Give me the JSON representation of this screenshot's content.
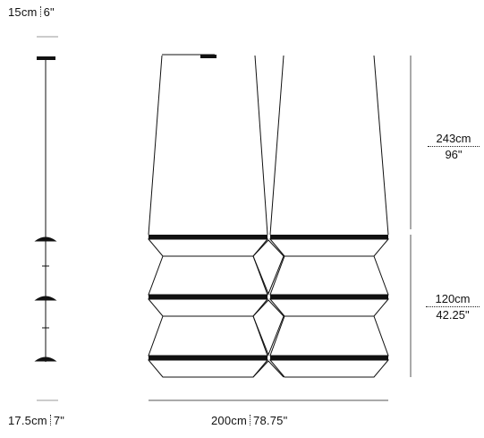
{
  "labels": {
    "top_left_cm": "15cm",
    "top_left_in": "6\"",
    "bottom_left_cm": "17.5cm",
    "bottom_left_in": "7\"",
    "bottom_center_cm": "200cm",
    "bottom_center_in": "78.75\"",
    "right_upper_cm": "243cm",
    "right_upper_in": "96\"",
    "right_lower_cm": "120cm",
    "right_lower_in": "42.25\""
  },
  "colors": {
    "line": "#111111",
    "accent": "#111111"
  }
}
